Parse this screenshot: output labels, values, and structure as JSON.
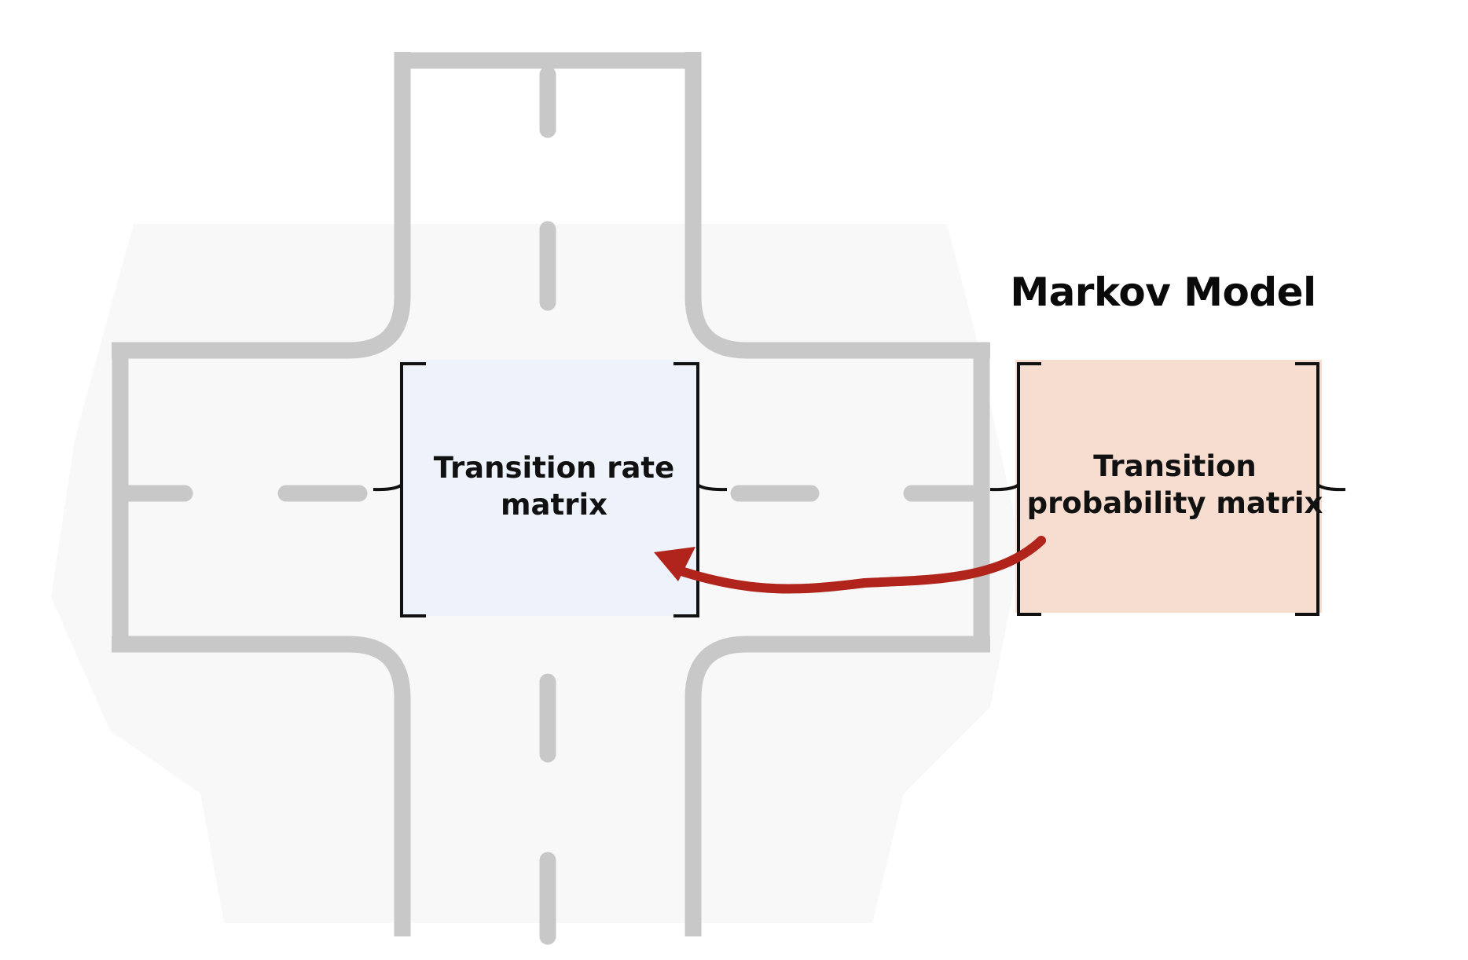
{
  "diagram": {
    "title": "Markov Model",
    "nodes": [
      {
        "id": "rate",
        "label_line1": "Transition rate",
        "label_line2": "matrix",
        "fill": "#eef3fb"
      },
      {
        "id": "prob",
        "label_line1": "Transition",
        "label_line2": "probability matrix",
        "fill": "#f7ddd0"
      }
    ],
    "edges": [
      {
        "from": "prob",
        "to": "rate",
        "color": "#b0241c"
      }
    ],
    "background": {
      "road_color": "#c8c8c8",
      "silhouette_color": "#f8f8f8"
    }
  }
}
